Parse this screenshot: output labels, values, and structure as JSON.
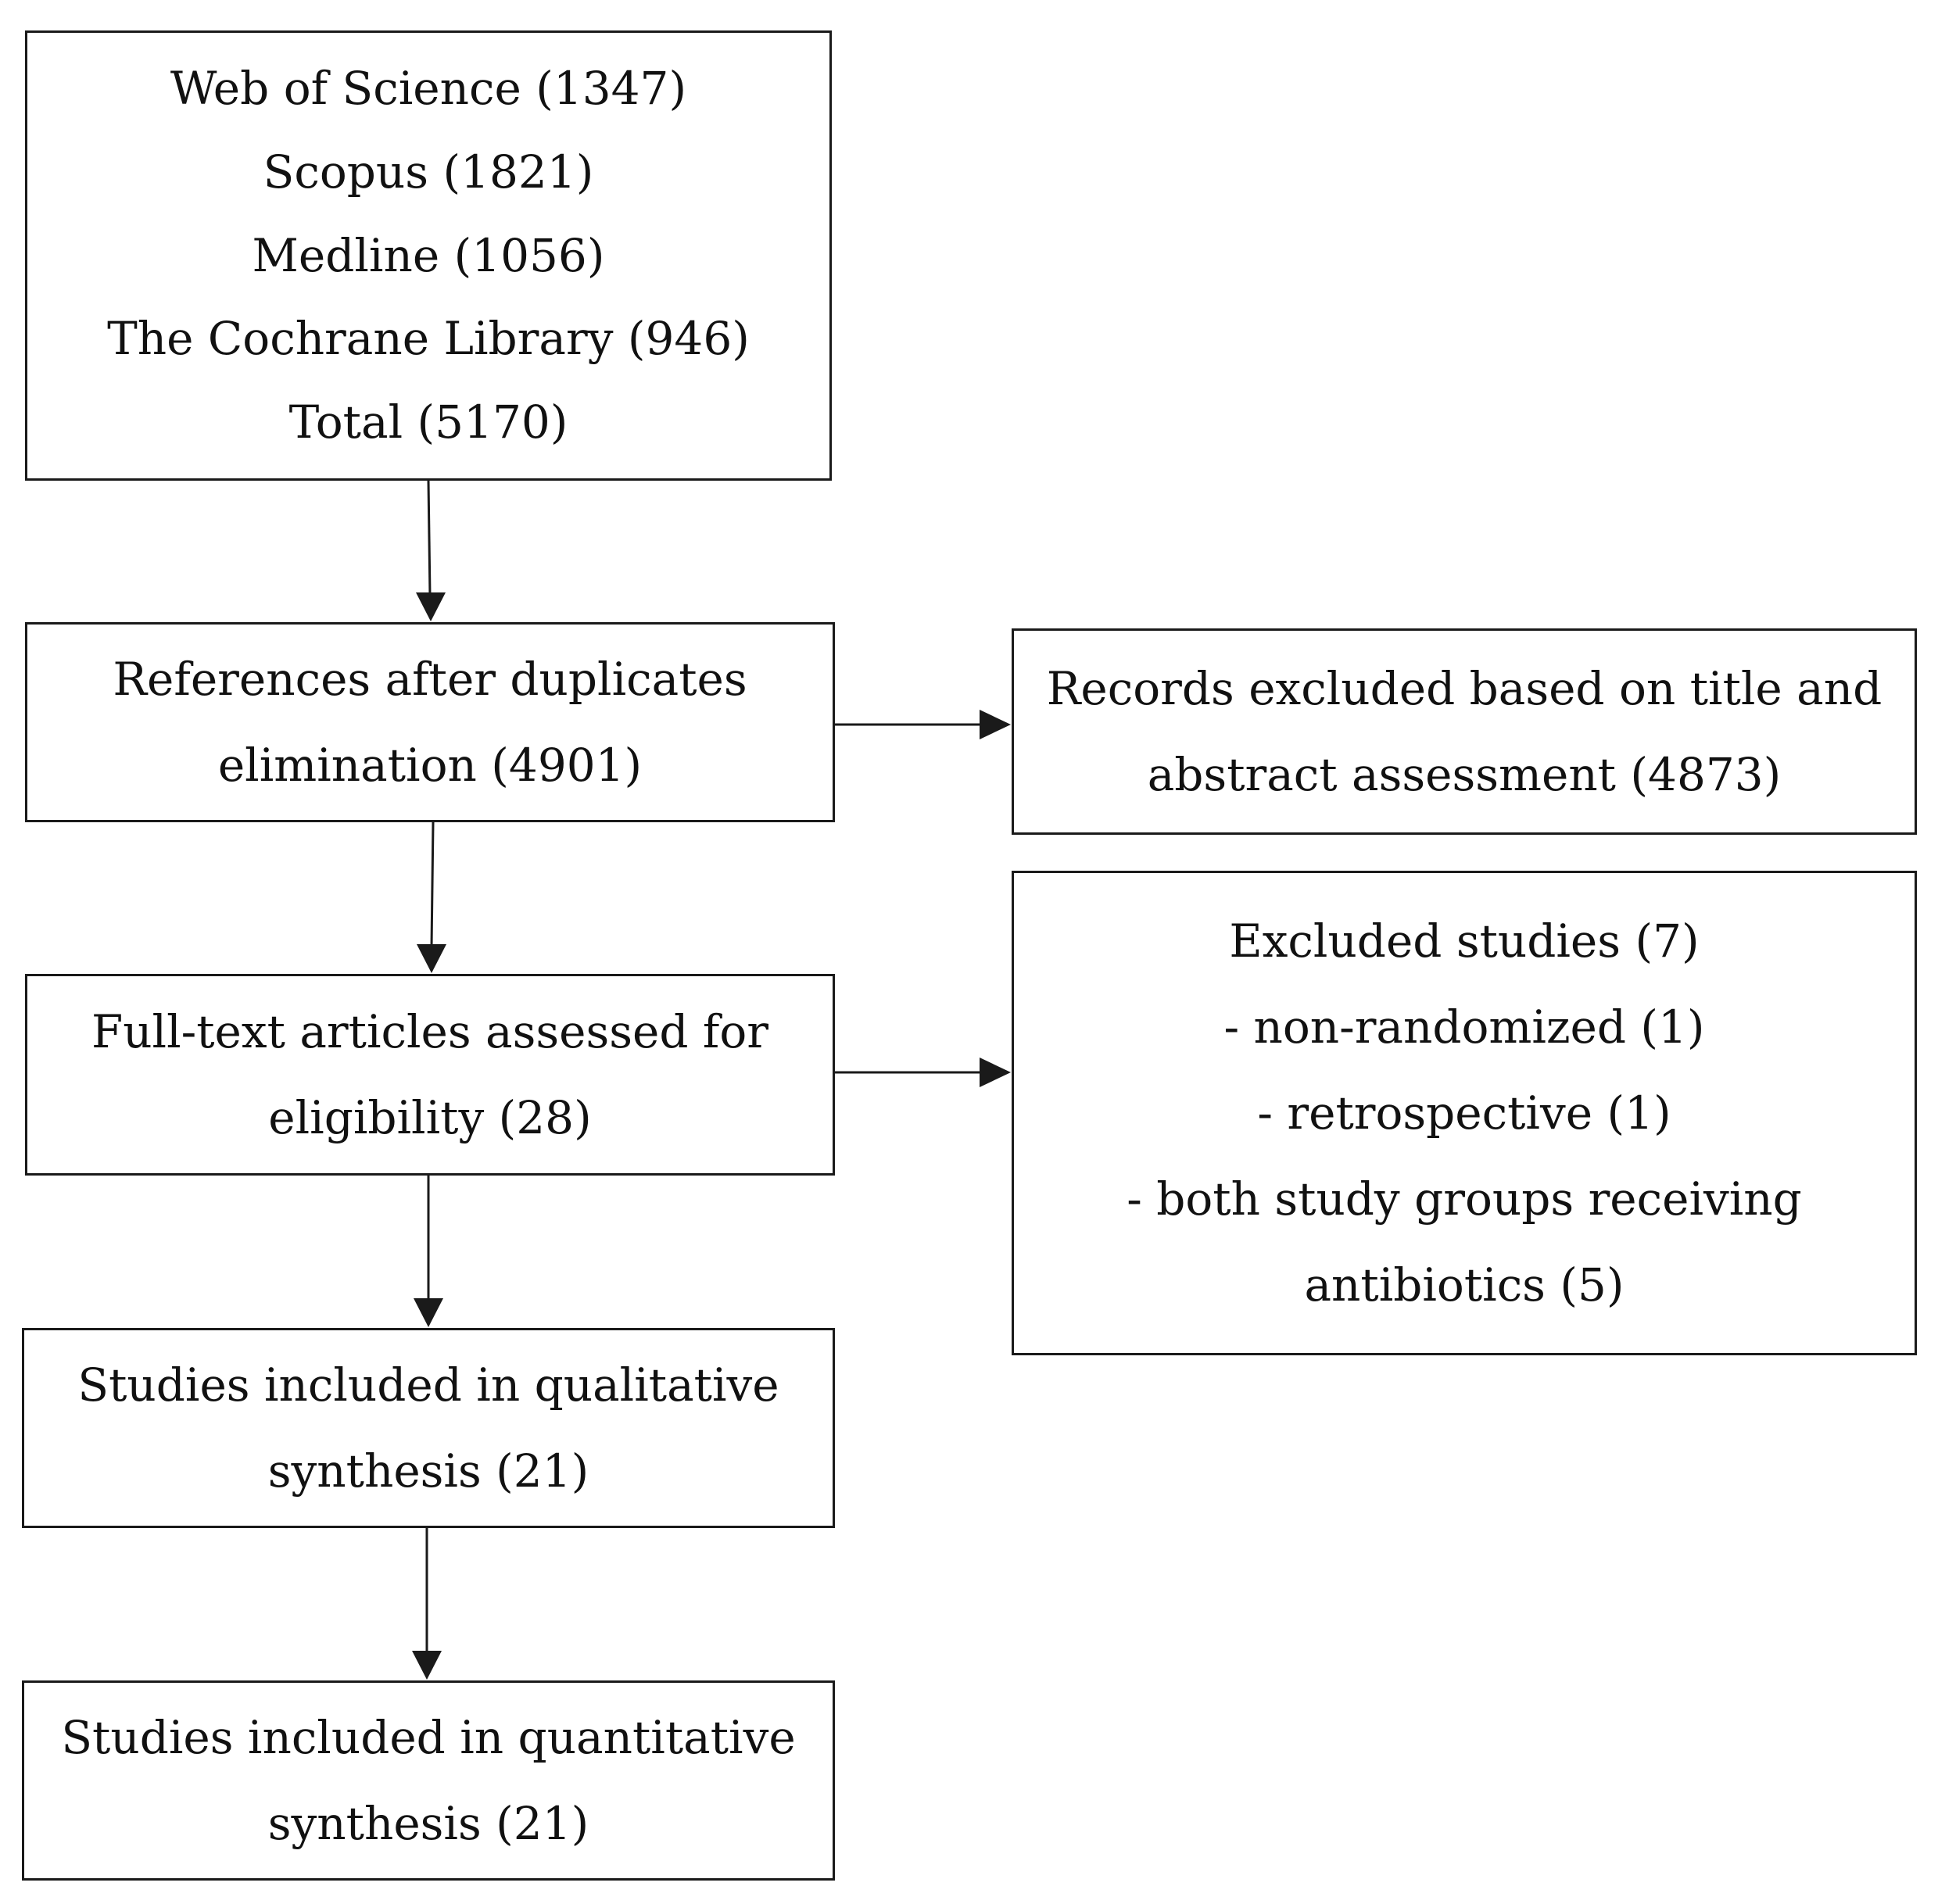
{
  "boxes": {
    "sources": {
      "lines": [
        "Web of Science (1347)",
        "Scopus (1821)",
        "Medline (1056)",
        "The Cochrane Library (946)",
        "Total (5170)"
      ]
    },
    "deduplicated": {
      "lines": [
        "References after duplicates",
        "elimination (4901)"
      ]
    },
    "excluded_title_abstract": {
      "lines": [
        "Records excluded based on title and",
        "abstract assessment (4873)"
      ]
    },
    "full_text": {
      "lines": [
        "Full-text articles assessed for",
        "eligibility (28)"
      ]
    },
    "excluded_studies": {
      "lines": [
        "Excluded studies (7)",
        "- non-randomized (1)",
        "- retrospective (1)",
        "- both study groups receiving",
        "antibiotics (5)"
      ]
    },
    "qualitative": {
      "lines": [
        "Studies included in qualitative",
        "synthesis (21)"
      ]
    },
    "quantitative": {
      "lines": [
        "Studies included in quantitative",
        "synthesis (21)"
      ]
    }
  },
  "colors": {
    "stroke": "#1a1a1a",
    "text": "#111111",
    "background": "#ffffff"
  }
}
